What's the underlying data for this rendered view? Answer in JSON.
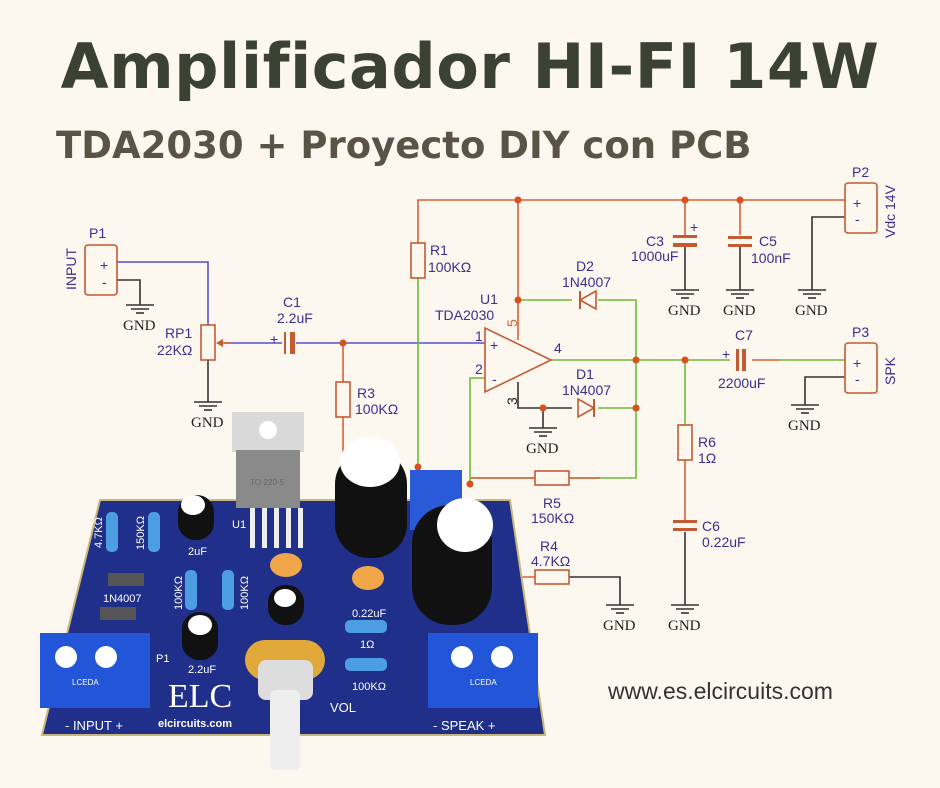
{
  "header": {
    "title": "Amplificador HI-FI 14W",
    "subtitle": "TDA2030 + Proyecto DIY con PCB"
  },
  "schematic": {
    "p1": {
      "ref": "P1",
      "name": "INPUT",
      "plus": "+",
      "minus": "-"
    },
    "p2": {
      "ref": "P2",
      "name": "Vdc 14V",
      "plus": "+",
      "minus": "-"
    },
    "p3": {
      "ref": "P3",
      "name": "SPK",
      "plus": "+",
      "minus": "-"
    },
    "rp1": {
      "ref": "RP1",
      "value": "22KΩ"
    },
    "c1": {
      "ref": "C1",
      "value": "2.2uF"
    },
    "r1": {
      "ref": "R1",
      "value": "100KΩ"
    },
    "r3": {
      "ref": "R3",
      "value": "100KΩ"
    },
    "r4": {
      "ref": "R4",
      "value": "4.7KΩ"
    },
    "r5": {
      "ref": "R5",
      "value": "150KΩ"
    },
    "r6": {
      "ref": "R6",
      "value": "1Ω"
    },
    "c3": {
      "ref": "C3",
      "value": "1000uF"
    },
    "c5": {
      "ref": "C5",
      "value": "100nF"
    },
    "c6": {
      "ref": "C6",
      "value": "0.22uF"
    },
    "c7": {
      "ref": "C7",
      "value": "2200uF"
    },
    "d1": {
      "ref": "D1",
      "value": "1N4007"
    },
    "d2": {
      "ref": "D2",
      "value": "1N4007"
    },
    "u1": {
      "ref": "U1",
      "value": "TDA2030",
      "pins": [
        "1",
        "2",
        "3",
        "4",
        "5"
      ],
      "plus": "+",
      "minus": "-"
    },
    "gnd": "GND",
    "cap_plus": "+"
  },
  "pcb": {
    "logo": "ELC",
    "site": "elcircuits.com",
    "input_label": "- INPUT +",
    "speak_label": "- SPEAK +",
    "vol": "VOL",
    "p1": "P1",
    "u1": "U1",
    "u1_pkg": "TO-220-5",
    "terminal_brand": "LCEDA",
    "r_47k": "4.7KΩ",
    "r_150k": "150KΩ",
    "diode": "1N4007",
    "c_2u": "2uF",
    "r_100k_a": "100KΩ",
    "r_100k_b": "100KΩ",
    "c_22u": "2.2uF",
    "c_022": "0.22uF",
    "r_1": "1Ω",
    "r_100k_c": "100KΩ"
  },
  "footer": {
    "url": "www.es.elcircuits.com"
  },
  "colors": {
    "background": "#fcf7ef",
    "title": "#3b4234",
    "pcb": "#1f2f8a",
    "terminal": "#2255d8"
  }
}
